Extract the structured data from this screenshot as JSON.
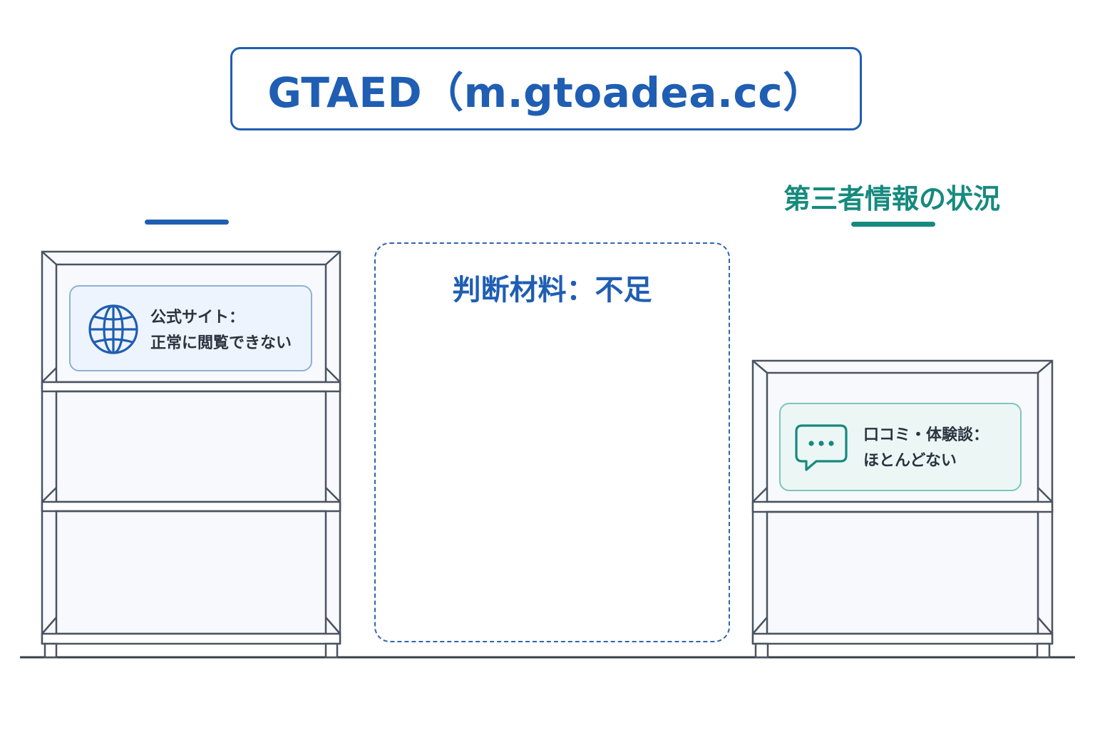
{
  "title": "GTAED（m.gtoadea.cc）",
  "center_panel": {
    "label": "判断材料：不足"
  },
  "right_section": {
    "heading": "第三者情報の状況"
  },
  "left_card": {
    "line1": "公式サイト：",
    "line2": "正常に閲覧できない",
    "icon": "globe-icon"
  },
  "right_card": {
    "line1": "口コミ・体験談：",
    "line2": "ほとんどない",
    "icon": "chat-bubble-icon"
  },
  "colors": {
    "blue": "#1f5eb3",
    "teal": "#168a7e",
    "frame": "#4a5361"
  }
}
